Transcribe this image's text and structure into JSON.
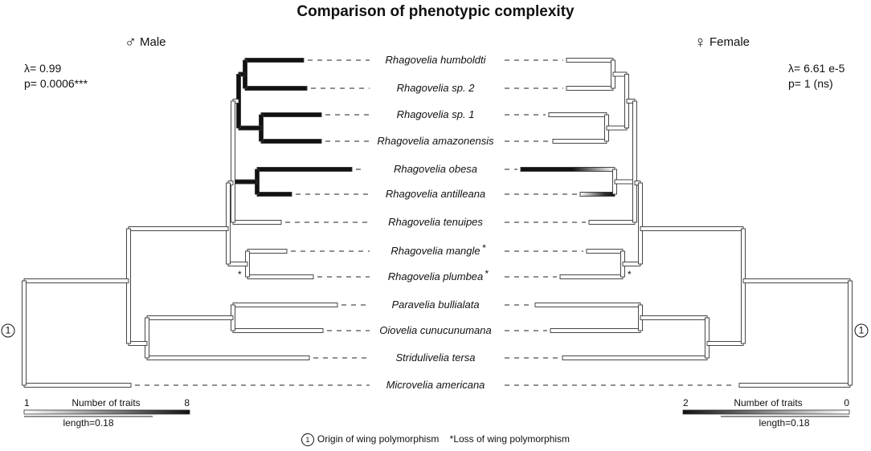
{
  "title": "Comparison of phenotypic complexity",
  "male": {
    "symbol": "♂",
    "label": "Male",
    "lambda": "λ= 0.99",
    "p": "p= 0.0006***",
    "legend_title": "Number of traits",
    "legend_min": "1",
    "legend_max": "8",
    "length": "length=0.18"
  },
  "female": {
    "symbol": "♀",
    "label": "Female",
    "lambda": "λ= 6.61 e-5",
    "p": "p= 1 (ns)",
    "legend_title": "Number of traits",
    "legend_min": "2",
    "legend_max": "0",
    "length": "length=0.18"
  },
  "taxa": [
    "Rhagovelia humboldti",
    "Rhagovelia sp. 2",
    "Rhagovelia sp. 1",
    "Rhagovelia amazonensis",
    "Rhagovelia obesa",
    "Rhagovelia antilleana",
    "Rhagovelia tenuipes",
    "Rhagovelia mangle",
    "Rhagovelia plumbea",
    "Paravelia bullialata",
    "Oiovelia cunucunumana",
    "Stridulivelia tersa",
    "Microvelia americana"
  ],
  "taxon_marks": [
    "",
    "",
    "",
    "",
    "",
    "",
    "",
    "*",
    "*",
    "",
    "",
    "",
    ""
  ],
  "node_mark": "*",
  "origin_marker": "1",
  "caption": {
    "circle": "1",
    "origin": "Origin of wing polymorphism",
    "loss": "*Loss of wing polymorphism"
  },
  "colors": {
    "dark": "#111111",
    "light": "#ffffff",
    "outline": "#333333"
  }
}
